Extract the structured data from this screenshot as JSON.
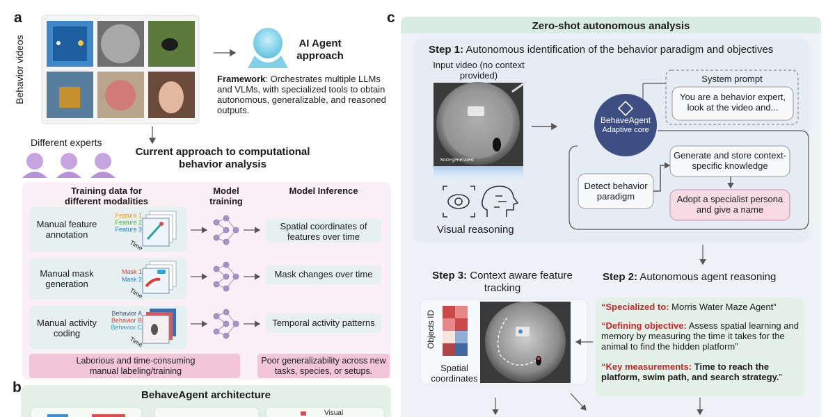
{
  "panel_a": {
    "letter": "a",
    "behavior_videos_label": "Behavior videos",
    "ai_agent_title": "AI Agent approach",
    "framework_bold": "Framework",
    "framework_text": ": Orchestrates multiple LLMs and VLMs, with specialized tools to obtain autonomous, generalizable, and reasoned outputs.",
    "different_experts": "Different experts",
    "current_approach": "Current approach to computational behavior analysis",
    "col_training_data": "Training data for different modalities",
    "col_model_training": "Model training",
    "col_model_inference": "Model Inference",
    "rows": [
      {
        "label": "Manual feature annotation",
        "legend": [
          "Feature 1",
          "Feature 2",
          "Feature 3"
        ],
        "output": "Spatial coordinates of features over time"
      },
      {
        "label": "Manual mask generation",
        "legend": [
          "Mask 1",
          "Mask 2"
        ],
        "output": "Mask changes over time"
      },
      {
        "label": "Manual activity coding",
        "legend": [
          "Behavior A",
          "Behavior B",
          "Behavior C"
        ],
        "output": "Temporal activity patterns"
      }
    ],
    "time_label": "Time",
    "drawback_left": "Laborious and time-consuming manual labeling/training",
    "drawback_right": "Poor generalizability across new tasks, species, or setups."
  },
  "panel_b": {
    "letter": "b",
    "title": "BehaveAgent architecture",
    "partial_text": "Visual"
  },
  "panel_c": {
    "letter": "c",
    "title": "Zero-shot autonomous analysis",
    "step1_bold": "Step 1:",
    "step1_text": " Autonomous identification of the behavior paradigm and objectives",
    "input_video": "Input video (no context provided)",
    "sora_label": "Sora-generated",
    "visual_reasoning": "Visual reasoning",
    "system_prompt_title": "System prompt",
    "system_prompt_text": "You are a behavior expert, look at the video and...",
    "core_name": "BehaveAgent",
    "core_sub": "Adaptive core",
    "generate_store": "Generate and store context-specific knowledge",
    "detect_paradigm": "Detect behavior paradigm",
    "adopt_persona": "Adopt a specialist persona and give a name",
    "step3_bold": "Step 3:",
    "step3_text": " Context aware feature tracking",
    "objects_id": "Objects ID",
    "spatial_coords": "Spatial coordinates",
    "step2_bold": "Step 2:",
    "step2_text": " Autonomous agent reasoning",
    "reasoning": [
      {
        "key": "“Specialized to:",
        "value": " Morris Water Maze Agent”"
      },
      {
        "key": "“Defining objective:",
        "value": " Assess spatial learning and memory by measuring the time it takes for the animal to find the hidden platform”"
      },
      {
        "key": "“Key measurements:",
        "value_bold": " Time to reach the platform, swim path, and search strategy.",
        "tail": "”"
      }
    ]
  },
  "colors": {
    "green_panel": "#e3f1e8",
    "pink_panel": "#fbf0f6",
    "blue_panel": "#eef2f7",
    "teal_header": "#d8ece4",
    "pink_bar": "#f3c6d7",
    "core_navy": "#3c4e82",
    "row_box": "#e6f0f0",
    "persona_pink": "#f7dbe4"
  }
}
